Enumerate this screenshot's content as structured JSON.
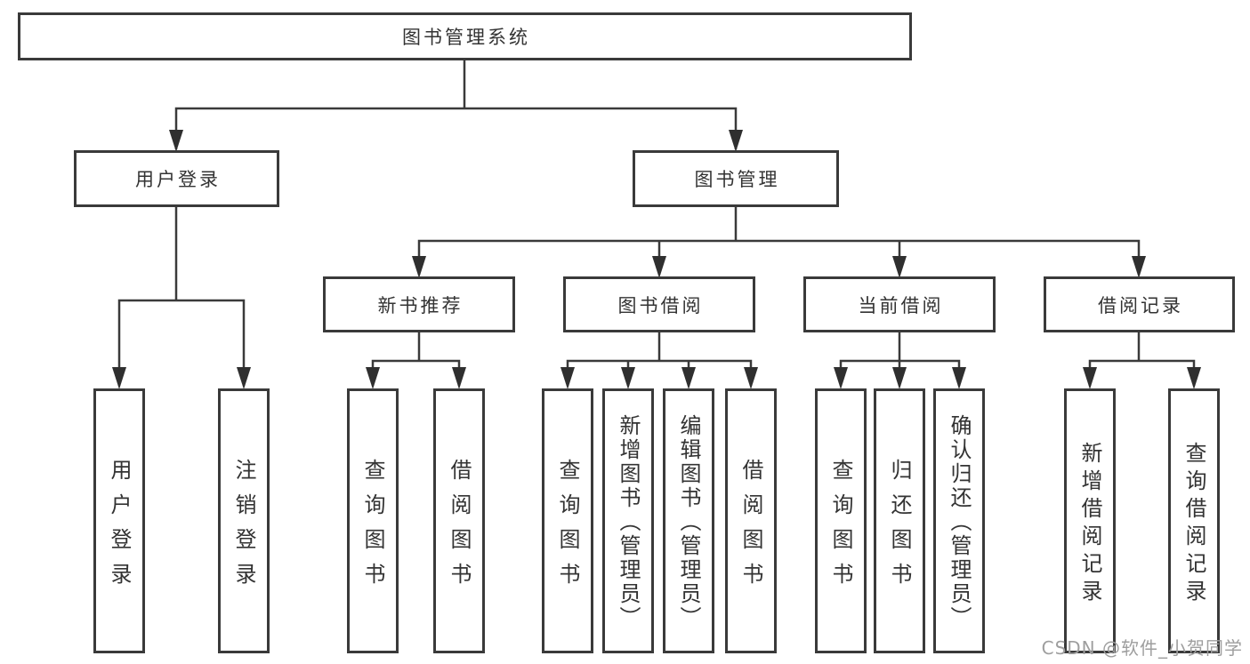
{
  "diagram": {
    "root": {
      "label": "图书管理系统"
    },
    "branches": [
      {
        "label": "用户登录",
        "children": [
          "用户登录",
          "注销登录"
        ]
      },
      {
        "label": "图书管理",
        "children": [
          {
            "label": "新书推荐",
            "children": [
              "查询图书",
              "借阅图书"
            ]
          },
          {
            "label": "图书借阅",
            "children": [
              "查询图书",
              "新增图书（管理员）",
              "编辑图书（管理员）",
              "借阅图书"
            ]
          },
          {
            "label": "当前借阅",
            "children": [
              "查询图书",
              "归还图书",
              "确认归还（管理员）"
            ]
          },
          {
            "label": "借阅记录",
            "children": [
              "新增借阅记录",
              "查询借阅记录"
            ]
          }
        ]
      }
    ]
  },
  "watermark": {
    "text": "CSDN @软件_小贺同学"
  },
  "colors": {
    "line": "#3a3a3a",
    "box_border": "#3a3a3a",
    "box_fill": "#ffffff",
    "text": "#333333",
    "watermark": "#9e9e9e",
    "background": "#ffffff"
  }
}
